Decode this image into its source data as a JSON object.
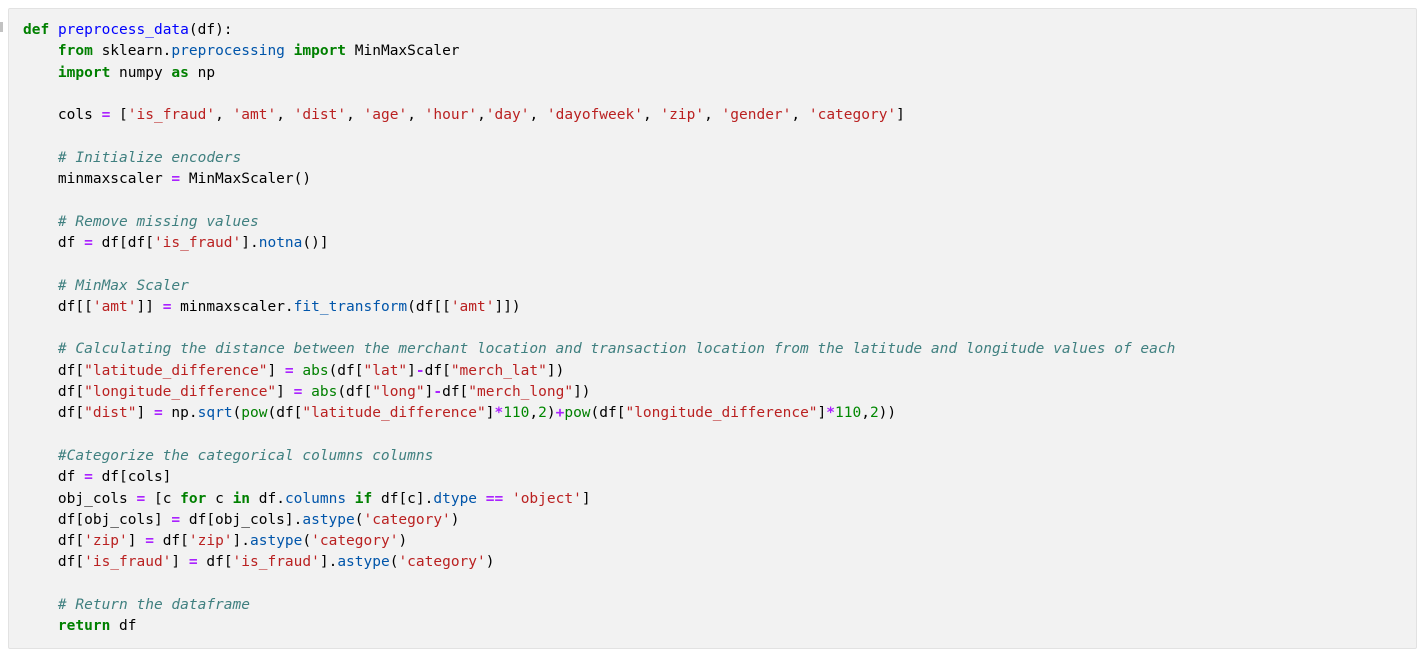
{
  "page": {
    "background": "#ffffff"
  },
  "code_cell": {
    "language": "python",
    "background": "#f2f2f2",
    "border_color": "#e2e2e2",
    "token_colors": {
      "keyword": "#008000",
      "function_def": "#0000ff",
      "property": "#0055aa",
      "string": "#ba2121",
      "comment": "#408080",
      "operator": "#aa22ff",
      "number": "#008800",
      "builtin": "#008000",
      "plain": "#000000"
    },
    "lines": [
      {
        "tokens": [
          [
            "def",
            "k"
          ],
          [
            " ",
            "t"
          ],
          [
            "preprocess_data",
            "d"
          ],
          [
            "(df):",
            "t"
          ]
        ]
      },
      {
        "tokens": [
          [
            "    ",
            "t"
          ],
          [
            "from",
            "k"
          ],
          [
            " sklearn.",
            "t"
          ],
          [
            "preprocessing",
            "p"
          ],
          [
            " ",
            "t"
          ],
          [
            "import",
            "k"
          ],
          [
            " MinMaxScaler",
            "t"
          ]
        ]
      },
      {
        "tokens": [
          [
            "    ",
            "t"
          ],
          [
            "import",
            "k"
          ],
          [
            " numpy ",
            "t"
          ],
          [
            "as",
            "k"
          ],
          [
            " np",
            "t"
          ]
        ]
      },
      {
        "tokens": []
      },
      {
        "tokens": [
          [
            "    cols ",
            "t"
          ],
          [
            "=",
            "o"
          ],
          [
            " [",
            "t"
          ],
          [
            "'is_fraud'",
            "s"
          ],
          [
            ", ",
            "t"
          ],
          [
            "'amt'",
            "s"
          ],
          [
            ", ",
            "t"
          ],
          [
            "'dist'",
            "s"
          ],
          [
            ", ",
            "t"
          ],
          [
            "'age'",
            "s"
          ],
          [
            ", ",
            "t"
          ],
          [
            "'hour'",
            "s"
          ],
          [
            ",",
            "t"
          ],
          [
            "'day'",
            "s"
          ],
          [
            ", ",
            "t"
          ],
          [
            "'dayofweek'",
            "s"
          ],
          [
            ", ",
            "t"
          ],
          [
            "'zip'",
            "s"
          ],
          [
            ", ",
            "t"
          ],
          [
            "'gender'",
            "s"
          ],
          [
            ", ",
            "t"
          ],
          [
            "'category'",
            "s"
          ],
          [
            "]",
            "t"
          ]
        ]
      },
      {
        "tokens": []
      },
      {
        "tokens": [
          [
            "    ",
            "t"
          ],
          [
            "# Initialize encoders",
            "c"
          ]
        ]
      },
      {
        "tokens": [
          [
            "    minmaxscaler ",
            "t"
          ],
          [
            "=",
            "o"
          ],
          [
            " MinMaxScaler()",
            "t"
          ]
        ]
      },
      {
        "tokens": []
      },
      {
        "tokens": [
          [
            "    ",
            "t"
          ],
          [
            "# Remove missing values",
            "c"
          ]
        ]
      },
      {
        "tokens": [
          [
            "    df ",
            "t"
          ],
          [
            "=",
            "o"
          ],
          [
            " df[df[",
            "t"
          ],
          [
            "'is_fraud'",
            "s"
          ],
          [
            "].",
            "t"
          ],
          [
            "notna",
            "p"
          ],
          [
            "()]",
            "t"
          ]
        ]
      },
      {
        "tokens": []
      },
      {
        "tokens": [
          [
            "    ",
            "t"
          ],
          [
            "# MinMax Scaler",
            "c"
          ]
        ]
      },
      {
        "tokens": [
          [
            "    df[[",
            "t"
          ],
          [
            "'amt'",
            "s"
          ],
          [
            "]] ",
            "t"
          ],
          [
            "=",
            "o"
          ],
          [
            " minmaxscaler.",
            "t"
          ],
          [
            "fit_transform",
            "p"
          ],
          [
            "(df[[",
            "t"
          ],
          [
            "'amt'",
            "s"
          ],
          [
            "]])",
            "t"
          ]
        ]
      },
      {
        "tokens": []
      },
      {
        "tokens": [
          [
            "    ",
            "t"
          ],
          [
            "# Calculating the distance between the merchant location and transaction location from the latitude and longitude values of each",
            "c"
          ]
        ]
      },
      {
        "tokens": [
          [
            "    df[",
            "t"
          ],
          [
            "\"latitude_difference\"",
            "s"
          ],
          [
            "] ",
            "t"
          ],
          [
            "=",
            "o"
          ],
          [
            " ",
            "t"
          ],
          [
            "abs",
            "b"
          ],
          [
            "(df[",
            "t"
          ],
          [
            "\"lat\"",
            "s"
          ],
          [
            "]",
            "t"
          ],
          [
            "-",
            "o"
          ],
          [
            "df[",
            "t"
          ],
          [
            "\"merch_lat\"",
            "s"
          ],
          [
            "])",
            "t"
          ]
        ]
      },
      {
        "tokens": [
          [
            "    df[",
            "t"
          ],
          [
            "\"longitude_difference\"",
            "s"
          ],
          [
            "] ",
            "t"
          ],
          [
            "=",
            "o"
          ],
          [
            " ",
            "t"
          ],
          [
            "abs",
            "b"
          ],
          [
            "(df[",
            "t"
          ],
          [
            "\"long\"",
            "s"
          ],
          [
            "]",
            "t"
          ],
          [
            "-",
            "o"
          ],
          [
            "df[",
            "t"
          ],
          [
            "\"merch_long\"",
            "s"
          ],
          [
            "])",
            "t"
          ]
        ]
      },
      {
        "tokens": [
          [
            "    df[",
            "t"
          ],
          [
            "\"dist\"",
            "s"
          ],
          [
            "] ",
            "t"
          ],
          [
            "=",
            "o"
          ],
          [
            " np.",
            "t"
          ],
          [
            "sqrt",
            "p"
          ],
          [
            "(",
            "t"
          ],
          [
            "pow",
            "b"
          ],
          [
            "(df[",
            "t"
          ],
          [
            "\"latitude_difference\"",
            "s"
          ],
          [
            "]",
            "t"
          ],
          [
            "*",
            "o"
          ],
          [
            "110",
            "n"
          ],
          [
            ",",
            "t"
          ],
          [
            "2",
            "n"
          ],
          [
            ")",
            "t"
          ],
          [
            "+",
            "o"
          ],
          [
            "pow",
            "b"
          ],
          [
            "(df[",
            "t"
          ],
          [
            "\"longitude_difference\"",
            "s"
          ],
          [
            "]",
            "t"
          ],
          [
            "*",
            "o"
          ],
          [
            "110",
            "n"
          ],
          [
            ",",
            "t"
          ],
          [
            "2",
            "n"
          ],
          [
            "))",
            "t"
          ]
        ]
      },
      {
        "tokens": []
      },
      {
        "tokens": [
          [
            "    ",
            "t"
          ],
          [
            "#Categorize the categorical columns columns",
            "c"
          ]
        ]
      },
      {
        "tokens": [
          [
            "    df ",
            "t"
          ],
          [
            "=",
            "o"
          ],
          [
            " df[cols]",
            "t"
          ]
        ]
      },
      {
        "tokens": [
          [
            "    obj_cols ",
            "t"
          ],
          [
            "=",
            "o"
          ],
          [
            " [c ",
            "t"
          ],
          [
            "for",
            "k"
          ],
          [
            " c ",
            "t"
          ],
          [
            "in",
            "k"
          ],
          [
            " df.",
            "t"
          ],
          [
            "columns",
            "p"
          ],
          [
            " ",
            "t"
          ],
          [
            "if",
            "k"
          ],
          [
            " df[c].",
            "t"
          ],
          [
            "dtype",
            "p"
          ],
          [
            " ",
            "t"
          ],
          [
            "==",
            "o"
          ],
          [
            " ",
            "t"
          ],
          [
            "'object'",
            "s"
          ],
          [
            "]",
            "t"
          ]
        ]
      },
      {
        "tokens": [
          [
            "    df[obj_cols] ",
            "t"
          ],
          [
            "=",
            "o"
          ],
          [
            " df[obj_cols].",
            "t"
          ],
          [
            "astype",
            "p"
          ],
          [
            "(",
            "t"
          ],
          [
            "'category'",
            "s"
          ],
          [
            ")",
            "t"
          ]
        ]
      },
      {
        "tokens": [
          [
            "    df[",
            "t"
          ],
          [
            "'zip'",
            "s"
          ],
          [
            "] ",
            "t"
          ],
          [
            "=",
            "o"
          ],
          [
            " df[",
            "t"
          ],
          [
            "'zip'",
            "s"
          ],
          [
            "].",
            "t"
          ],
          [
            "astype",
            "p"
          ],
          [
            "(",
            "t"
          ],
          [
            "'category'",
            "s"
          ],
          [
            ")",
            "t"
          ]
        ]
      },
      {
        "tokens": [
          [
            "    df[",
            "t"
          ],
          [
            "'is_fraud'",
            "s"
          ],
          [
            "] ",
            "t"
          ],
          [
            "=",
            "o"
          ],
          [
            " df[",
            "t"
          ],
          [
            "'is_fraud'",
            "s"
          ],
          [
            "].",
            "t"
          ],
          [
            "astype",
            "p"
          ],
          [
            "(",
            "t"
          ],
          [
            "'category'",
            "s"
          ],
          [
            ")",
            "t"
          ]
        ]
      },
      {
        "tokens": []
      },
      {
        "tokens": [
          [
            "    ",
            "t"
          ],
          [
            "# Return the dataframe",
            "c"
          ]
        ]
      },
      {
        "tokens": [
          [
            "    ",
            "t"
          ],
          [
            "return",
            "k"
          ],
          [
            " df",
            "t"
          ]
        ]
      }
    ]
  }
}
